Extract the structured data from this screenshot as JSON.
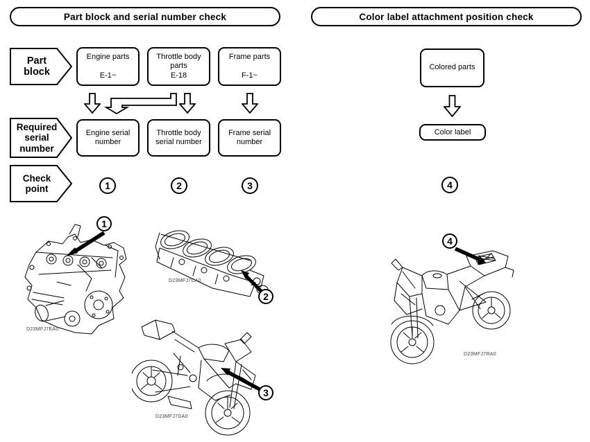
{
  "left_panel": {
    "header": "Part block and serial number check",
    "row_labels": {
      "part_block": "Part block",
      "required_serial": "Required serial number",
      "check_point": "Check point"
    },
    "part_blocks": [
      {
        "name": "Engine parts",
        "code": "E-1~"
      },
      {
        "name": "Throttle body parts",
        "code": "E-18"
      },
      {
        "name": "Frame parts",
        "code": "F-1~"
      }
    ],
    "serial_boxes": [
      "Engine serial number",
      "Throttle body serial number",
      "Frame serial number"
    ],
    "check_points": [
      "1",
      "2",
      "3"
    ],
    "figures": {
      "engine": {
        "caption": "D23MFJ7EA0",
        "callout": "1"
      },
      "throttle": {
        "caption": "D23MFJ7CA0",
        "callout": "2"
      },
      "bike": {
        "caption": "D23MFJ7DA0",
        "callout": "3"
      }
    }
  },
  "right_panel": {
    "header": "Color label attachment position check",
    "colored_parts": "Colored parts",
    "color_label": "Color label",
    "check_point": "4",
    "figure": {
      "caption": "D23MFJ7RA0",
      "callout": "4"
    }
  }
}
